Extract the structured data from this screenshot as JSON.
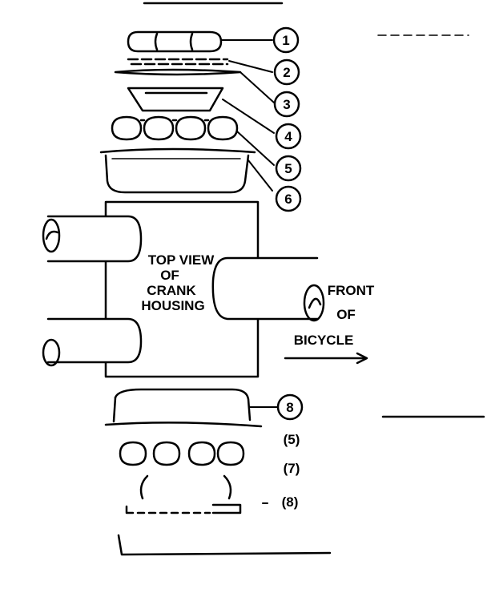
{
  "diagram": {
    "housing_label": [
      "TOP VIEW",
      "OF",
      "CRANK",
      "HOUSING"
    ],
    "direction_label": [
      "FRONT",
      "OF",
      "BICYCLE"
    ],
    "callouts": {
      "c1": "1",
      "c2": "2",
      "c3": "3",
      "c4": "4",
      "c5": "5",
      "c6": "6",
      "c8a": "8",
      "c5b": "(5)",
      "c7": "(7)",
      "c8b": "(8)"
    },
    "colors": {
      "ink": "#000000",
      "paper": "#ffffff"
    }
  }
}
